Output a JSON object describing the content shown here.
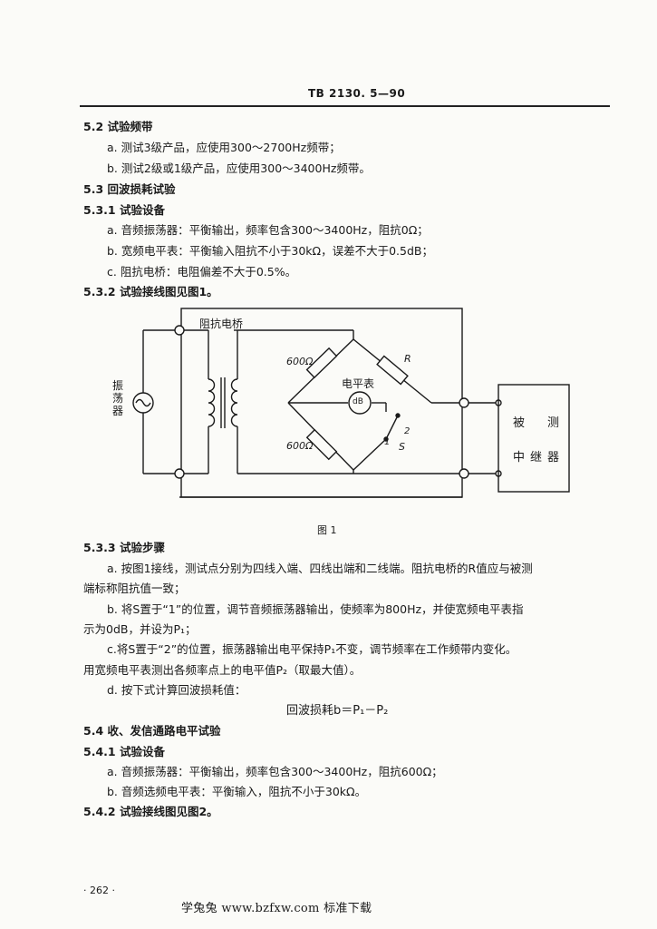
{
  "header": {
    "standard_no": "TB 2130. 5—90"
  },
  "lines": [
    {
      "text": "5.2  试验频带",
      "bold": true
    },
    {
      "text": "a. 测试3级产品，应使用300～2700Hz频带；"
    },
    {
      "text": "b. 测试2级或1级产品，应使用300～3400Hz频带。"
    },
    {
      "text": "5.3  回波损耗试验",
      "bold": true
    },
    {
      "text": "5.3.1  试验设备",
      "bold": true
    },
    {
      "text": "a. 音频振荡器：平衡输出，频率包含300～3400Hz，阻抗0Ω；"
    },
    {
      "text": "b. 宽频电平表：平衡输入阻抗不小于30kΩ，误差不大于0.5dB；"
    },
    {
      "text": "c. 阻抗电桥：电阻偏差不大于0.5%。"
    },
    {
      "text": "5.3.2  试验接线图见图1。",
      "bold": true
    }
  ],
  "figure": {
    "caption": "图  1",
    "bridge_label": "阻抗电桥",
    "oscillator_label": "振荡器",
    "level_meter_label": "电平表",
    "meter_symbol": "dB",
    "resistor_top_left": "600Ω",
    "resistor_bottom_left": "600Ω",
    "resistor_top_right": "R",
    "switch_label": "S",
    "switch_pos_1": "1",
    "switch_pos_2": "2",
    "dut_label": [
      "被",
      "测",
      "中",
      "继",
      "器"
    ]
  },
  "lines2": [
    {
      "text": "5.3.3  试验步骤",
      "bold": true
    },
    {
      "text": "a. 按图1接线，测试点分别为四线入端、四线出端和二线端。阻抗电桥的R值应与被测"
    },
    {
      "text": "端标称阻抗值一致；"
    },
    {
      "text": "b. 将S置于“1”的位置，调节音频振荡器输出，使频率为800Hz，并使宽频电平表指"
    },
    {
      "text": "示为0dB，并设为P₁；"
    },
    {
      "text": "c.将S置于“2”的位置，振荡器输出电平保持P₁不变，调节频率在工作频带内变化。"
    },
    {
      "text": "用宽频电平表测出各频率点上的电平值P₂（取最大值）。"
    },
    {
      "text": "d. 按下式计算回波损耗值："
    },
    {
      "text": "回波损耗b＝P₁－P₂",
      "formula": true
    },
    {
      "text": "5.4  收、发信通路电平试验",
      "bold": true
    },
    {
      "text": "5.4.1  试验设备",
      "bold": true
    },
    {
      "text": "a. 音频振荡器：平衡输出，频率包含300～3400Hz，阻抗600Ω；"
    },
    {
      "text": "b. 音频选频电平表：平衡输入，阻抗不小于30kΩ。"
    },
    {
      "text": "5.4.2  试验接线图见图2。",
      "bold": true
    }
  ],
  "footer": {
    "page_number": "· 262 ·",
    "site": "学兔兔   www.bzfxw.com   标准下载"
  }
}
